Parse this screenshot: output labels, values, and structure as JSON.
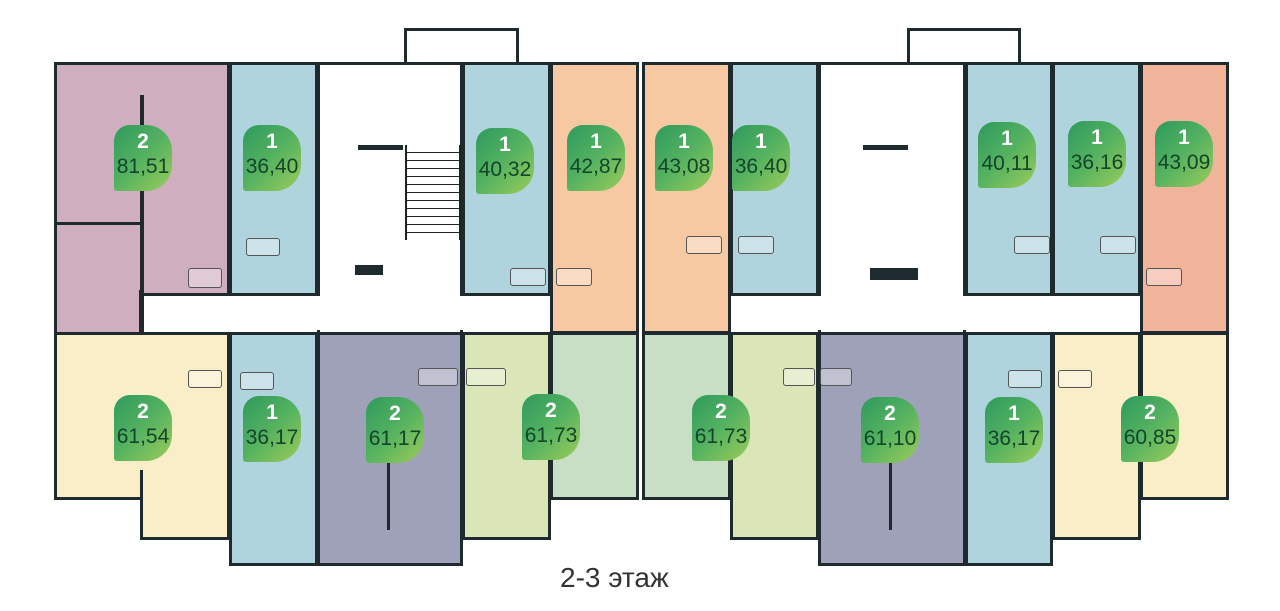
{
  "floor_label": "2-3 этаж",
  "apartments": [
    {
      "rooms": "2",
      "area": "81,51"
    },
    {
      "rooms": "1",
      "area": "36,40"
    },
    {
      "rooms": "1",
      "area": "40,32"
    },
    {
      "rooms": "1",
      "area": "42,87"
    },
    {
      "rooms": "1",
      "area": "43,08"
    },
    {
      "rooms": "1",
      "area": "36,40"
    },
    {
      "rooms": "1",
      "area": "40,11"
    },
    {
      "rooms": "1",
      "area": "36,16"
    },
    {
      "rooms": "1",
      "area": "43,09"
    },
    {
      "rooms": "2",
      "area": "61,54"
    },
    {
      "rooms": "1",
      "area": "36,17"
    },
    {
      "rooms": "2",
      "area": "61,17"
    },
    {
      "rooms": "2",
      "area": "61,73"
    },
    {
      "rooms": "2",
      "area": "61,73"
    },
    {
      "rooms": "2",
      "area": "61,10"
    },
    {
      "rooms": "1",
      "area": "36,17"
    },
    {
      "rooms": "2",
      "area": "60,85"
    }
  ],
  "colors": {
    "pink": "#cfaebf",
    "blue": "#b0d4de",
    "orange": "#f6c9a3",
    "salmon": "#f2b39b",
    "yellow": "#f9eec7",
    "purple": "#9ea1b8",
    "light_green": "#dbe6b8",
    "mint": "#c8dfc6",
    "badge": "#55b260"
  }
}
